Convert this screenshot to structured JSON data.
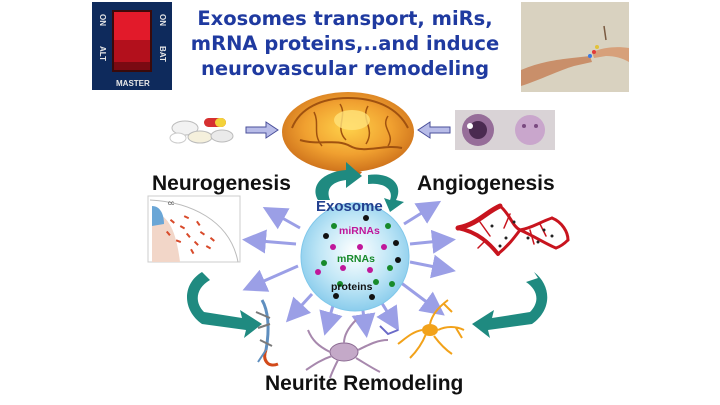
{
  "title": {
    "line1": "Exosomes transport, miRs,",
    "line2": "mRNA proteins,..and induce",
    "line3": "neurovascular remodeling"
  },
  "labels": {
    "neurogenesis": "Neurogenesis",
    "angiogenesis": "Angiogenesis",
    "neurite_remodeling": "Neurite Remodeling",
    "exosome": "Exosome"
  },
  "exosome_contents": {
    "mirnas": "miRNAs",
    "mrnas": "mRNAs",
    "proteins": "proteins"
  },
  "switch_image": {
    "left_on": "ON",
    "left_alt": "ALT",
    "right_on": "ON",
    "right_bat": "BAT",
    "master": "MASTER"
  },
  "colors": {
    "title_blue": "#1f3aa0",
    "arrow_purple": "#9b9fe6",
    "teal_arrow": "#1f8a80",
    "mirna_pink": "#c0179a",
    "mrna_green": "#178a2a"
  }
}
